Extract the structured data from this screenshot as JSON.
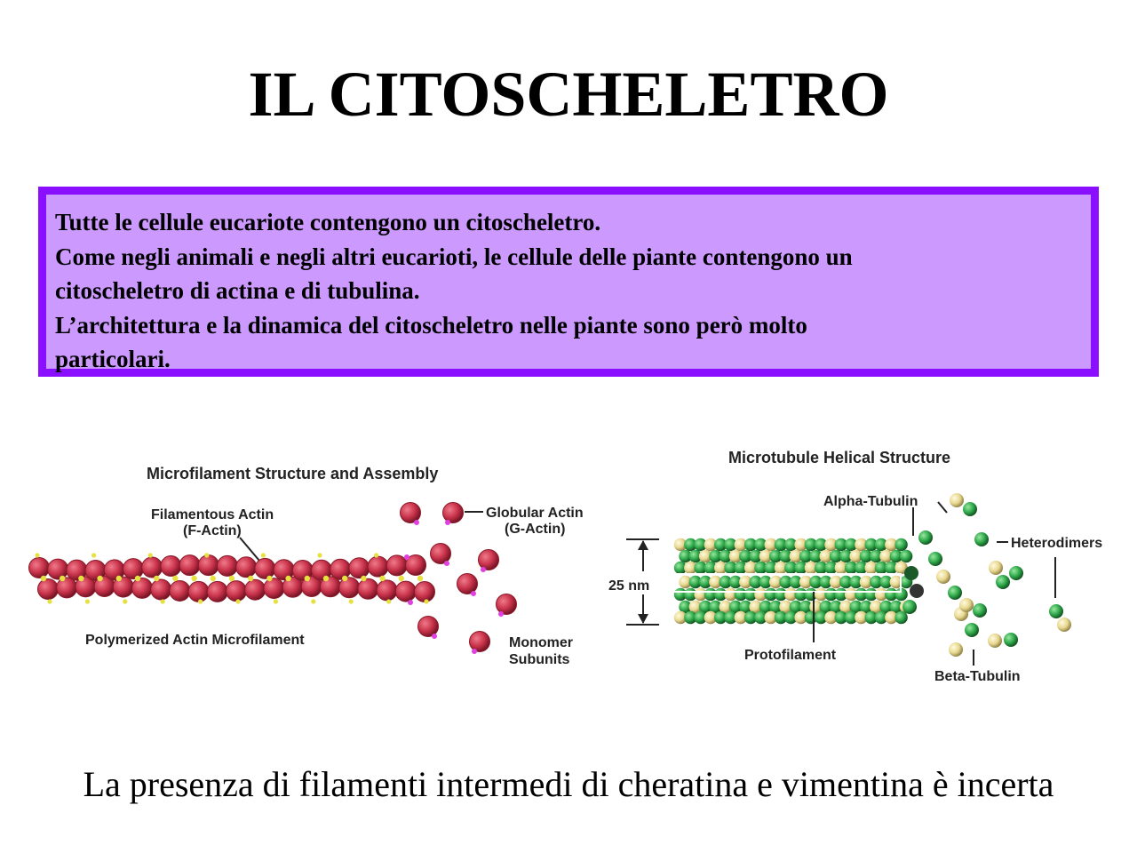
{
  "slide": {
    "title": "IL CITOSCHELETRO",
    "intro_lines": [
      "Tutte le cellule eucariote contengono un citoscheletro.",
      "Come negli animali e negli altri eucarioti, le cellule delle piante contengono un",
      "citoscheletro di actina e di tubulina.",
      "L’architettura e la dinamica del citoscheletro nelle piante sono però molto",
      "particolari."
    ],
    "footer": "La presenza di filamenti intermedi di cheratina e vimentina è incerta"
  },
  "microfilament_figure": {
    "title": "Microfilament Structure and Assembly",
    "f_actin_label": [
      "Filamentous Actin",
      "(F-Actin)"
    ],
    "g_actin_label": [
      "Globular Actin",
      "(G-Actin)"
    ],
    "polymer_label": "Polymerized Actin Microfilament",
    "monomer_label": [
      "Monomer",
      "Subunits"
    ]
  },
  "microtubule_figure": {
    "title": "Microtubule Helical Structure",
    "alpha_label": "Alpha-Tubulin",
    "heterodimer_label": "Heterodimers",
    "diameter_label": "25 nm",
    "protofilament_label": "Protofilament",
    "beta_label": "Beta-Tubulin"
  },
  "colors": {
    "box_border": "#8a0eff",
    "box_fill": "#cc99ff",
    "actin": "#c8324a",
    "actin_dark": "#8a1a2a",
    "actin_tip": "#e040e0",
    "actin_knob": "#e6e040",
    "tubulin_green": "#2ea84a",
    "tubulin_yellow": "#e8d890",
    "tubulin_dark": "#1a5a28"
  }
}
